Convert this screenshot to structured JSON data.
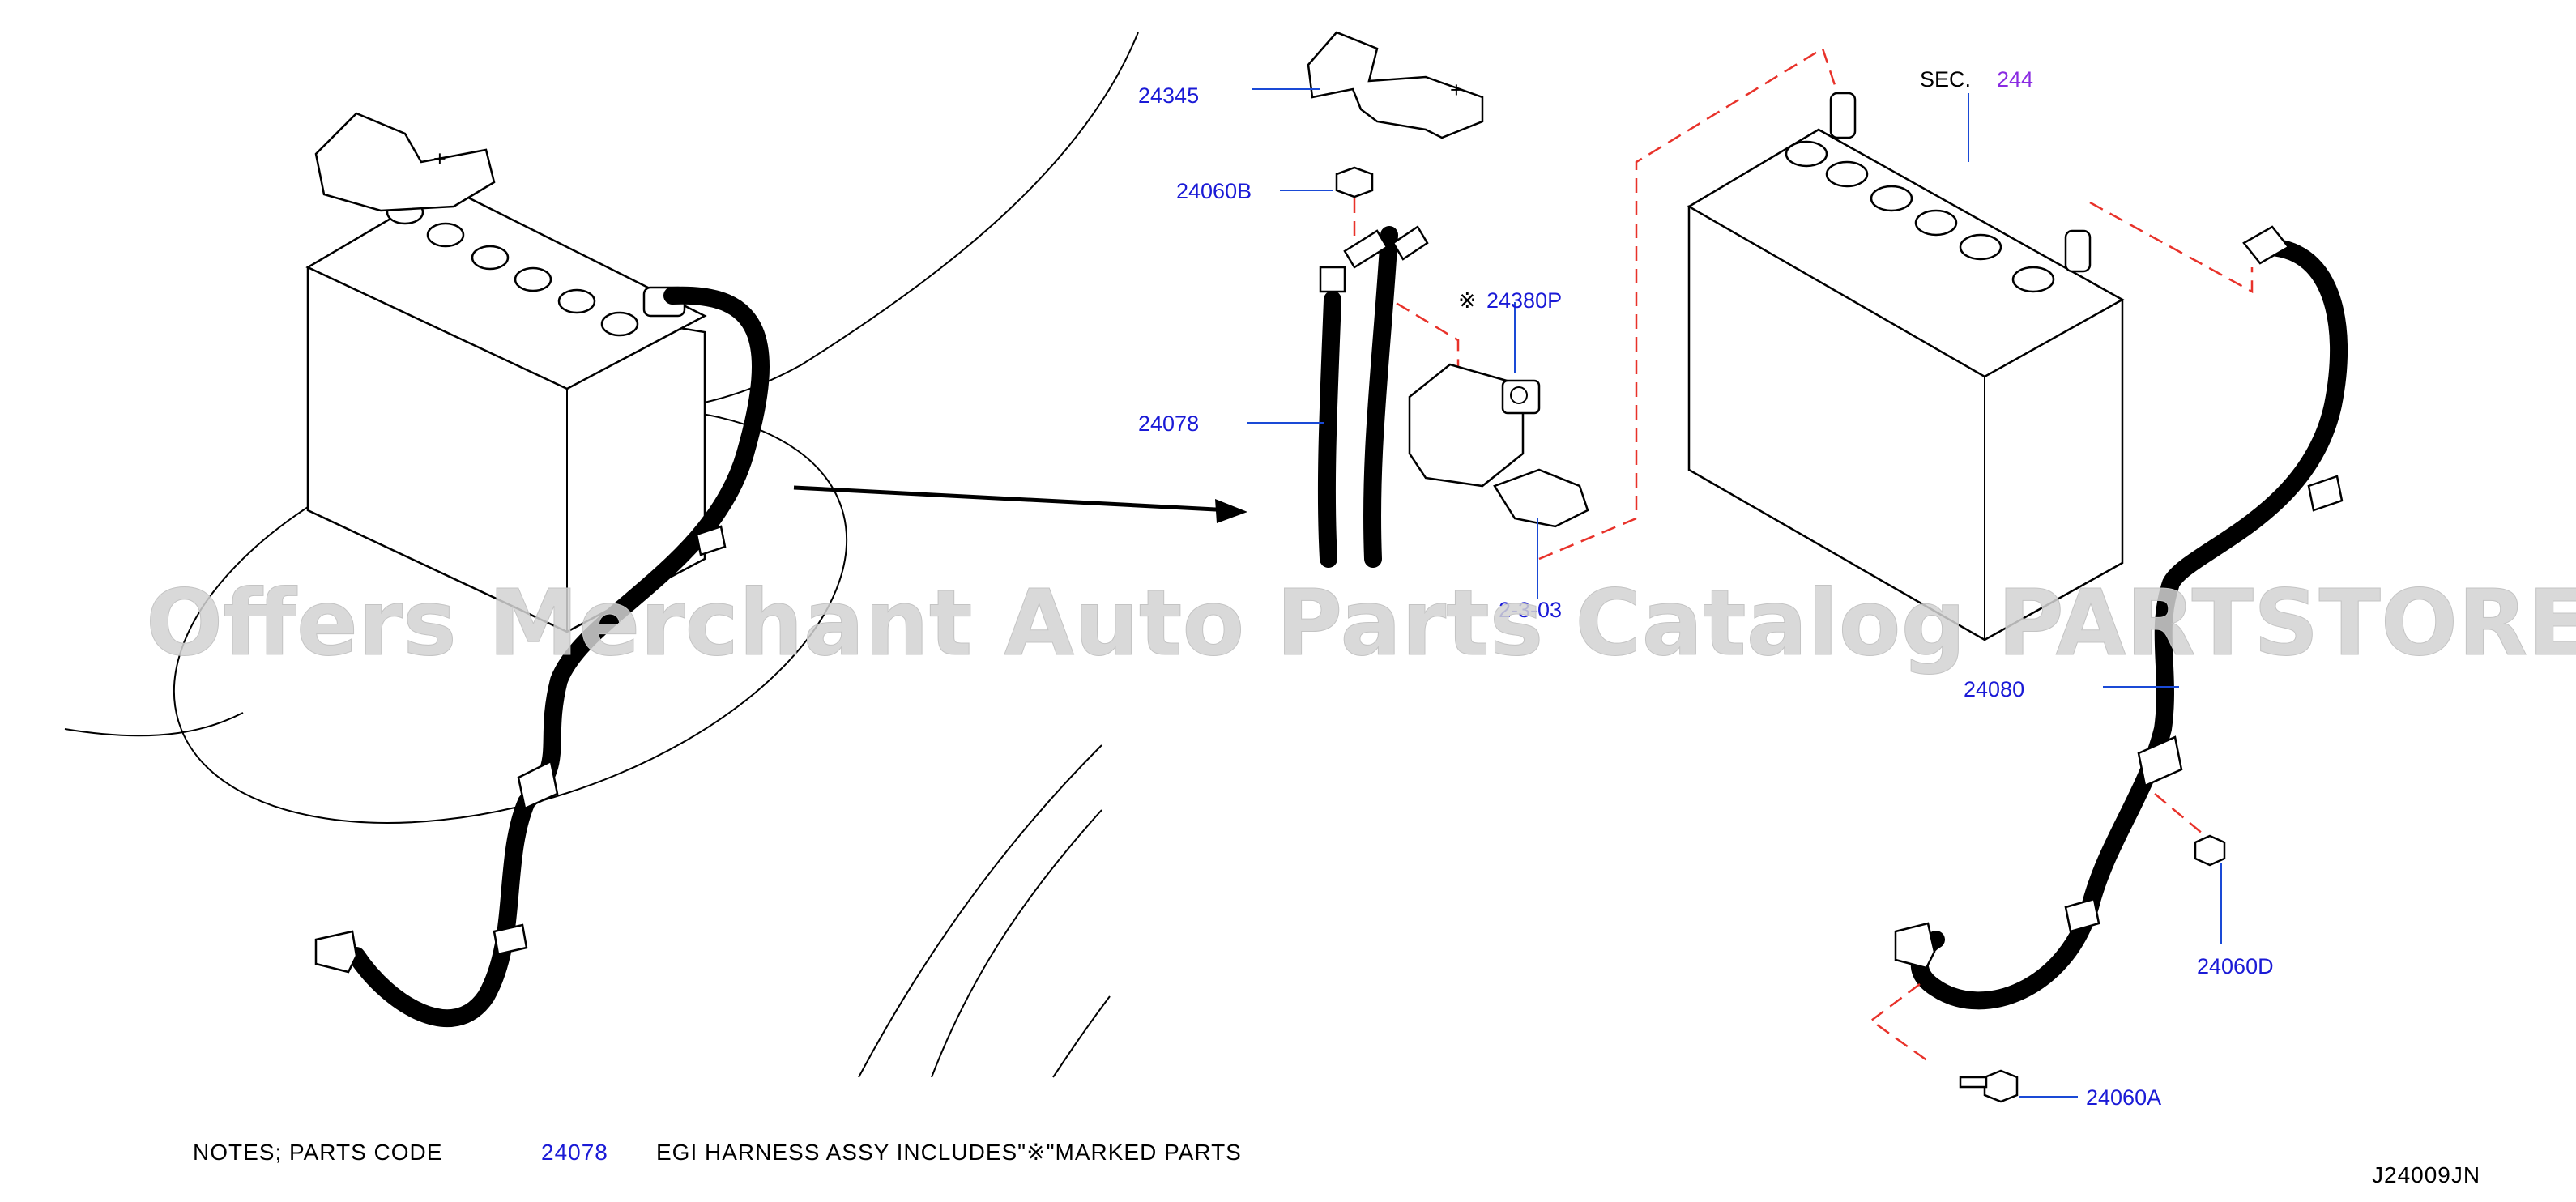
{
  "diagram": {
    "watermark": "Offers Merchant Auto Parts Catalog PARTSTORE.SA",
    "section_ref": {
      "prefix": "SEC.",
      "number": "244"
    },
    "callouts": [
      {
        "id": "24345",
        "text": "24345"
      },
      {
        "id": "24060B",
        "text": "24060B"
      },
      {
        "id": "24380P",
        "marker": "※",
        "text": "24380P"
      },
      {
        "id": "24078",
        "text": "24078"
      },
      {
        "id": "24080",
        "text": "24080"
      },
      {
        "id": "24060D",
        "text": "24060D"
      },
      {
        "id": "24060A",
        "text": "24060A"
      }
    ],
    "partial_label": "2-3-03",
    "notes": {
      "prefix": "NOTES;   PARTS   CODE",
      "code": "24078",
      "suffix": "EGI   HARNESS   ASSY   INCLUDES\"※\"MARKED   PARTS"
    },
    "figure_id": "J24009JN"
  },
  "colors": {
    "part_number": "#1a1ad6",
    "section_link": "#8a2be2",
    "dash_line": "#e8322a",
    "leader": "#1a4ad6"
  }
}
